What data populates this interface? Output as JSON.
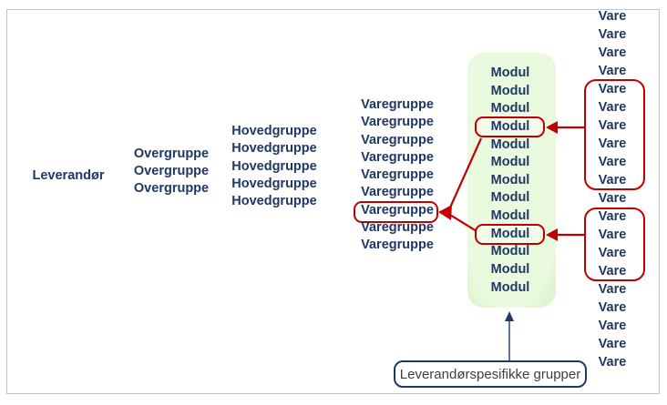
{
  "columns": {
    "leverandor": {
      "items": [
        "Leverandør"
      ]
    },
    "overgruppe": {
      "items": [
        "Overgruppe",
        "Overgruppe",
        "Overgruppe"
      ]
    },
    "hovedgruppe": {
      "items": [
        "Hovedgruppe",
        "Hovedgruppe",
        "Hovedgruppe",
        "Hovedgruppe",
        "Hovedgruppe"
      ]
    },
    "varegruppe": {
      "items": [
        "Varegruppe",
        "Varegruppe",
        "Varegruppe",
        "Varegruppe",
        "Varegruppe",
        "Varegruppe",
        "Varegruppe",
        "Varegruppe",
        "Varegruppe"
      ]
    },
    "modul": {
      "items": [
        "Modul",
        "Modul",
        "Modul",
        "Modul",
        "Modul",
        "Modul",
        "Modul",
        "Modul",
        "Modul",
        "Modul",
        "Modul",
        "Modul",
        "Modul"
      ]
    },
    "vare": {
      "items": [
        "Vare",
        "Vare",
        "Vare",
        "Vare",
        "Vare",
        "Vare",
        "Vare",
        "Vare",
        "Vare",
        "Vare",
        "Vare",
        "Vare",
        "Vare",
        "Vare",
        "Vare",
        "Vare",
        "Vare",
        "Vare",
        "Vare",
        "Vare"
      ]
    }
  },
  "callout": {
    "label": "Leverandørspesifikke grupper"
  },
  "highlights": {
    "varegruppe_boxed_item_index": 7,
    "modul_boxed_item_indices": [
      4,
      10
    ],
    "vare_boxed_item_ranges": [
      [
        5,
        10
      ],
      [
        12,
        15
      ]
    ]
  },
  "colors": {
    "navy": "#1f3864",
    "red": "#c00000",
    "green-center": "#e9fade",
    "green-edge": "#b5e79a",
    "frame-border": "#b9c4cf",
    "callout-text": "#3f3f3f",
    "background": "#ffffff",
    "modul-box-fill": "#f2fbe9"
  }
}
